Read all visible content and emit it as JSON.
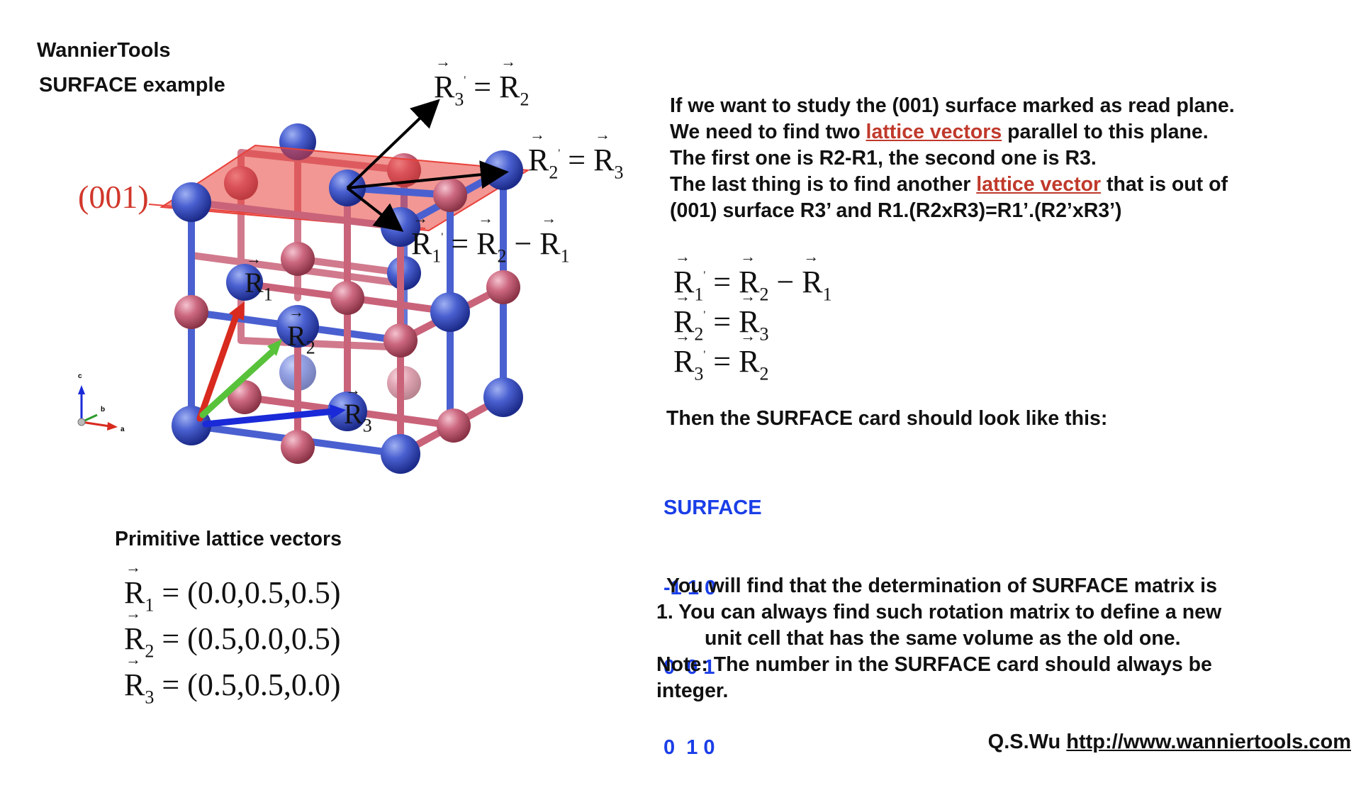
{
  "header": {
    "title": "WannierTools",
    "subtitle": "SURFACE example"
  },
  "diagram": {
    "plane_label": "(001)",
    "vec_r1": "R",
    "vec_r1_sub": "1",
    "vec_r2": "R",
    "vec_r2_sub": "2",
    "vec_r3": "R",
    "vec_r3_sub": "3",
    "axis_a": "a",
    "axis_b": "b",
    "axis_c": "c",
    "colors": {
      "blue_atom": "#3e55c6",
      "pink_atom": "#c9637a",
      "plane": "#e8413a",
      "arrow_red": "#d82a1e",
      "arrow_green": "#58c23a",
      "arrow_blue": "#1a2ad8"
    }
  },
  "explanation": {
    "line1": "If we want to study the (001) surface marked as read plane.",
    "line2_pre": "We need to find two ",
    "line2_link": "lattice vectors",
    "line2_post": " parallel to this plane.",
    "line3": "The first one is R2-R1, the second one is R3.",
    "line4_pre": "The last thing is to find another ",
    "line4_link": "lattice vector",
    "line4_post": " that is out of",
    "line5": "(001) surface R3’ and R1.(R2xR3)=R1’.(R2’xR3’)"
  },
  "surface_card": {
    "intro": "Then the SURFACE card should look like this:",
    "header": "SURFACE",
    "row1": "-1 1 0",
    "row2": "0  0 1",
    "row3": "0  1 0"
  },
  "note": {
    "line1": "You will find that the determination of SURFACE matrix is",
    "line2": "1. You can always find such rotation matrix to define a new",
    "line3": "unit cell that has the same volume as the old one.",
    "line4": "Note: The number in the SURFACE card should always be",
    "line5": "integer."
  },
  "primitive": {
    "heading": "Primitive lattice vectors",
    "r1": "= (0.0,0.5,0.5)",
    "r2": "= (0.5,0.0,0.5)",
    "r3": "= (0.5,0.5,0.0)"
  },
  "footer": {
    "author": "Q.S.Wu",
    "url": "http://www.wanniertools.com"
  }
}
